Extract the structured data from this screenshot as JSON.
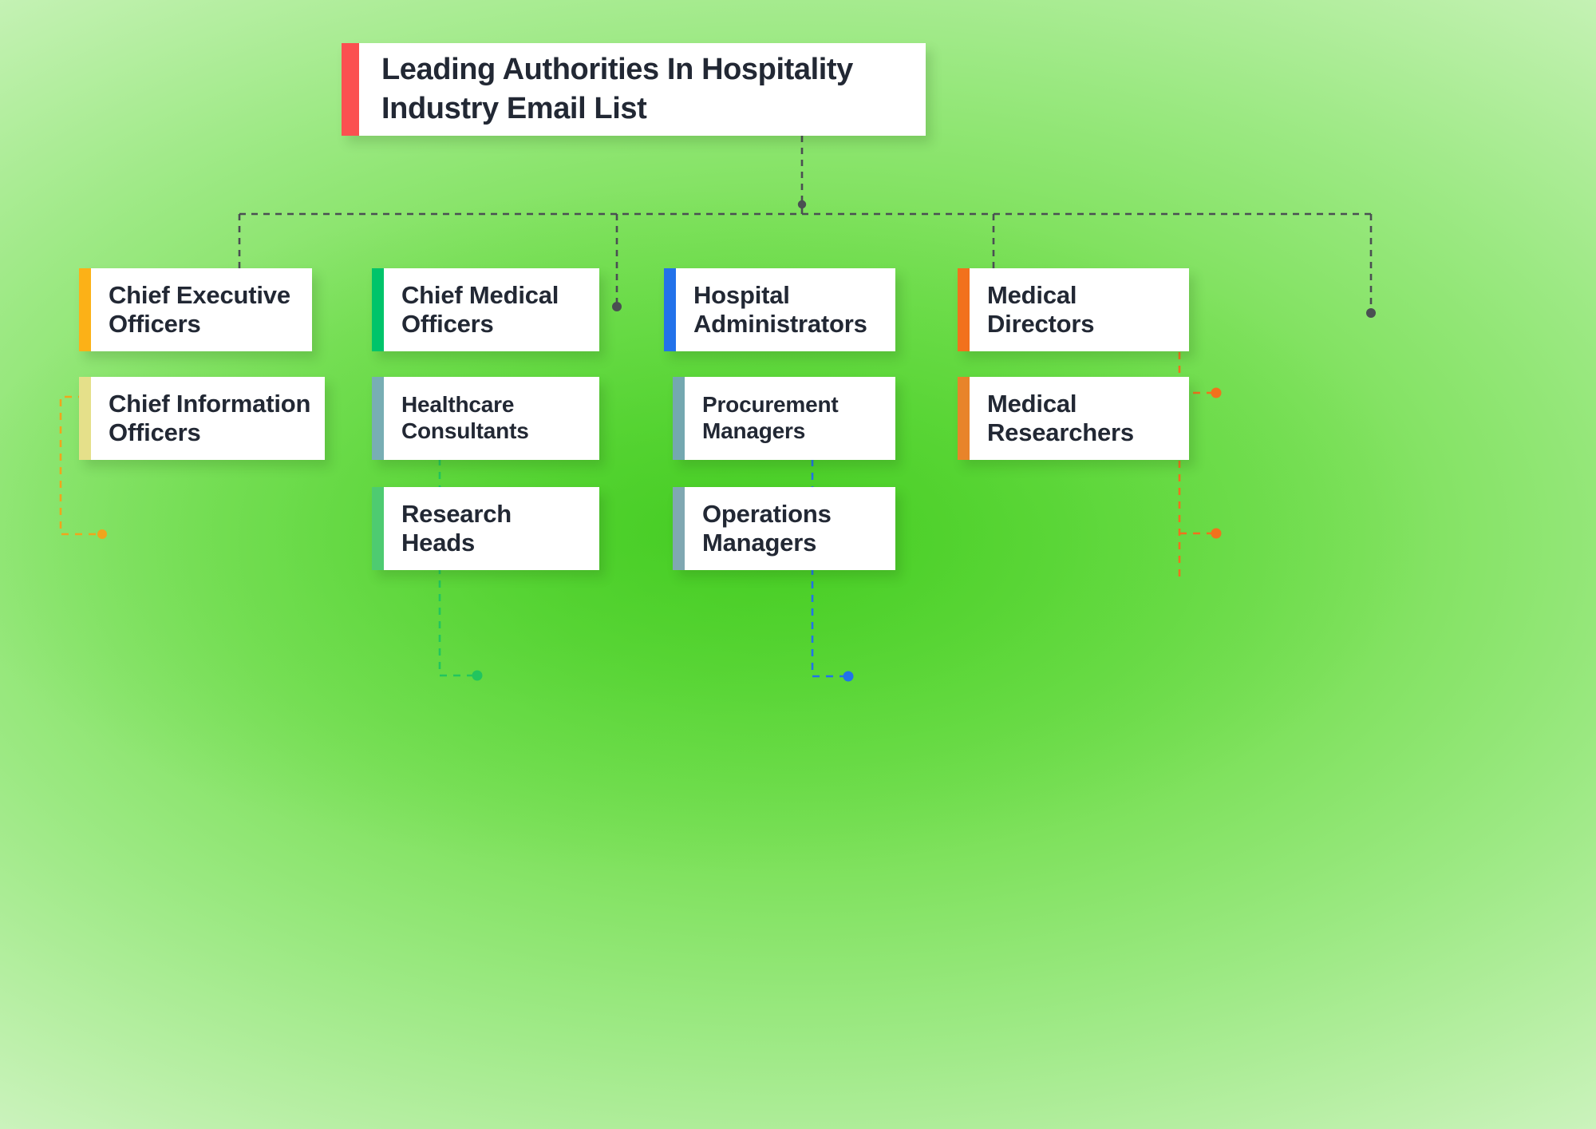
{
  "chart": {
    "type": "org-chart",
    "title": "Leading Authorities In Hospitality Industry Email List",
    "root": {
      "label": "Leading Authorities In Hospitality Industry Email List",
      "accent_color": "#fb5050"
    },
    "branches": [
      {
        "connector_color": "#f0a51c",
        "nodes": [
          {
            "label": "Chief Executive Officers",
            "accent_color": "#fcb117"
          },
          {
            "label": "Chief Information Officers",
            "accent_color": "#e5e08a"
          }
        ]
      },
      {
        "connector_color": "#22c55e",
        "nodes": [
          {
            "label": "Chief Medical Officers",
            "accent_color": "#00c46a"
          },
          {
            "label": "Healthcare Consultants",
            "accent_color": "#78aeb4"
          },
          {
            "label": "Research Heads",
            "accent_color": "#4ecb71"
          }
        ]
      },
      {
        "connector_color": "#2272ea",
        "nodes": [
          {
            "label": "Hospital Administrators",
            "accent_color": "#2272ea"
          },
          {
            "label": "Procurement Managers",
            "accent_color": "#74a8b0"
          },
          {
            "label": "Operations Managers",
            "accent_color": "#80a8b2"
          }
        ]
      },
      {
        "connector_color": "#f2711c",
        "nodes": [
          {
            "label": "Medical Directors",
            "accent_color": "#f2711c"
          },
          {
            "label": "Medical Researchers",
            "accent_color": "#e8842a"
          }
        ]
      }
    ],
    "trunk_connector_color": "#4a4f52",
    "background_color": "#7ee15c",
    "box_background": "#ffffff",
    "text_color": "#222834"
  }
}
